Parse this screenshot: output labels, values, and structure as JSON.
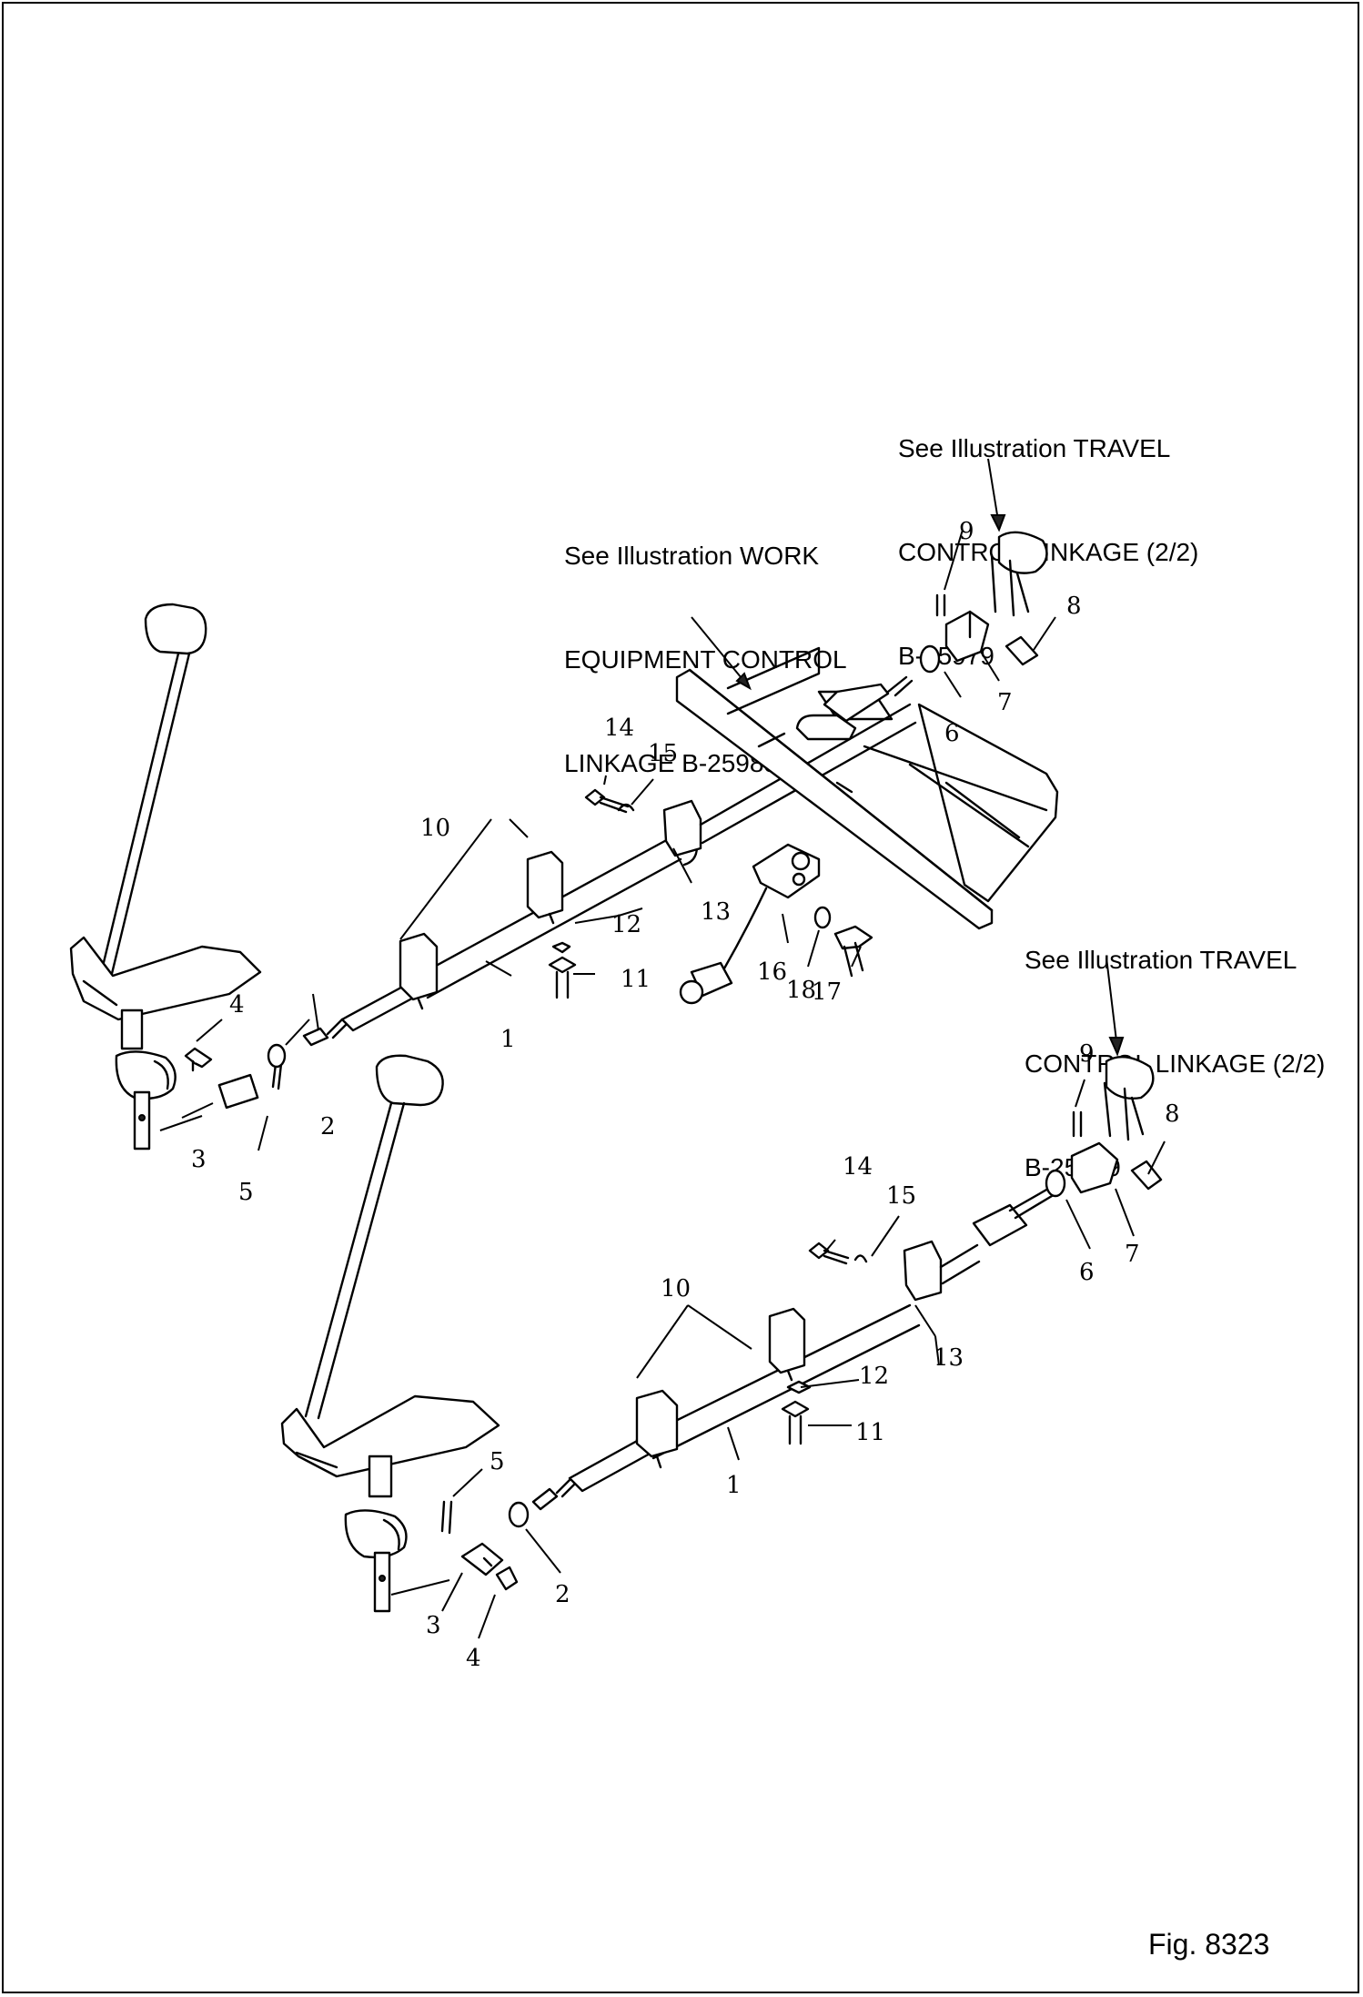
{
  "notes": {
    "travel_upper": [
      "See Illustration TRAVEL",
      "CONTROL LINKAGE (2/2)",
      "B-25979"
    ],
    "work_equipment": [
      "See Illustration WORK",
      "EQUIPMENT CONTROL",
      "LINKAGE B-25985"
    ],
    "travel_lower": [
      "See Illustration TRAVEL",
      "CONTROL LINKAGE (2/2)",
      "B-25979"
    ]
  },
  "figure_label": "Fig. 8323",
  "callouts": {
    "upper": [
      "1",
      "2",
      "3",
      "4",
      "5",
      "6",
      "7",
      "8",
      "9",
      "10",
      "11",
      "12",
      "13",
      "14",
      "15",
      "16",
      "17",
      "18"
    ],
    "lower": [
      "1",
      "2",
      "3",
      "4",
      "5",
      "6",
      "7",
      "8",
      "9",
      "10",
      "11",
      "12",
      "13",
      "14",
      "15"
    ]
  }
}
